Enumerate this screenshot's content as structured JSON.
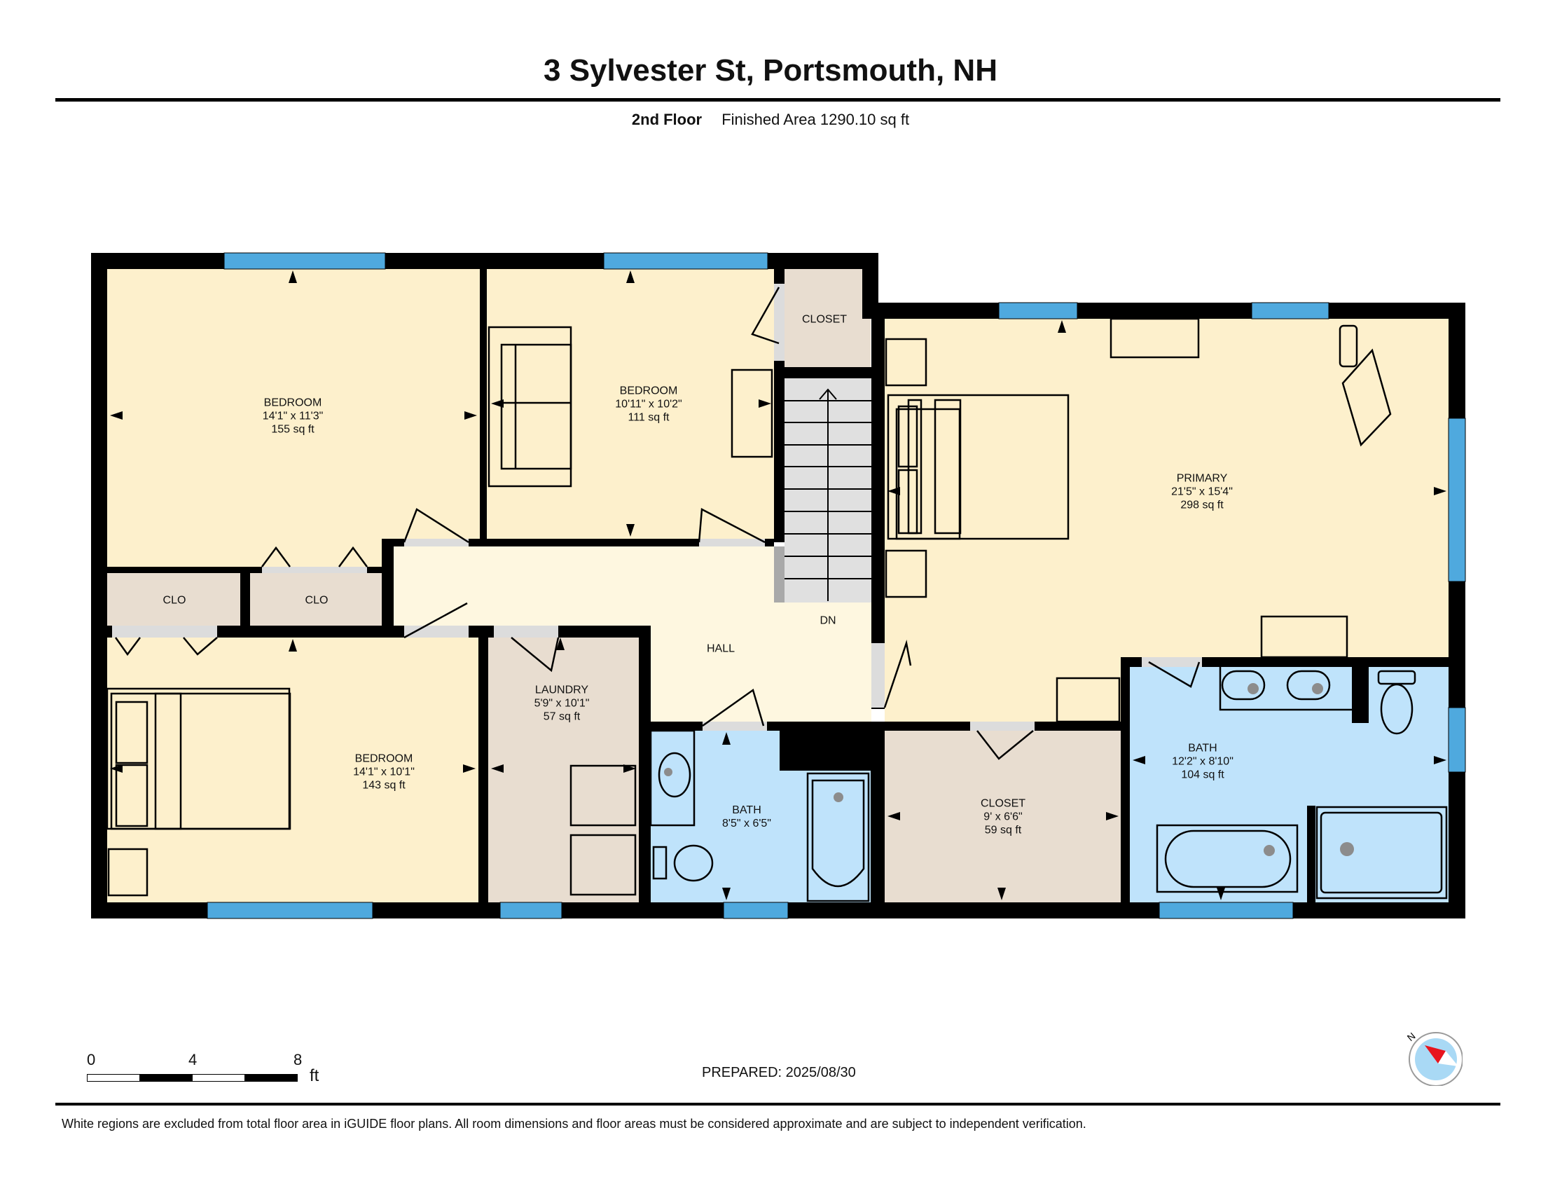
{
  "header": {
    "title": "3 Sylvester St, Portsmouth, NH",
    "floor": "2nd Floor",
    "finished_area": "Finished Area 1290.10 sq ft"
  },
  "colors": {
    "wall": "#000000",
    "bedroom_fill": "#fdf0cc",
    "hall_fill": "#fef7e0",
    "closet_fill": "#e8ddd0",
    "bath_fill": "#bfe3fb",
    "stair_fill": "#e0e0e0",
    "window": "#4fa9de",
    "door_opening": "#dcdcdc",
    "compass_red": "#e8141e",
    "compass_blue": "#a9d9f5"
  },
  "rooms": [
    {
      "id": "bedroom-nw",
      "name": "BEDROOM",
      "dims": "14'1\" x 11'3\"",
      "area": "155 sq ft"
    },
    {
      "id": "bedroom-n",
      "name": "BEDROOM",
      "dims": "10'11\" x 10'2\"",
      "area": "111 sq ft"
    },
    {
      "id": "closet-n",
      "name": "CLOSET"
    },
    {
      "id": "primary",
      "name": "PRIMARY",
      "dims": "21'5\" x 15'4\"",
      "area": "298 sq ft"
    },
    {
      "id": "clo-1",
      "name": "CLO"
    },
    {
      "id": "clo-2",
      "name": "CLO"
    },
    {
      "id": "hall",
      "name": "HALL"
    },
    {
      "id": "stairs",
      "name": "DN"
    },
    {
      "id": "bedroom-sw",
      "name": "BEDROOM",
      "dims": "14'1\" x 10'1\"",
      "area": "143 sq ft"
    },
    {
      "id": "laundry",
      "name": "LAUNDRY",
      "dims": "5'9\" x 10'1\"",
      "area": "57 sq ft"
    },
    {
      "id": "bath-hall",
      "name": "BATH",
      "dims": "8'5\" x 6'5\""
    },
    {
      "id": "closet-s",
      "name": "CLOSET",
      "dims": "9' x 6'6\"",
      "area": "59 sq ft"
    },
    {
      "id": "bath-primary",
      "name": "BATH",
      "dims": "12'2\" x 8'10\"",
      "area": "104 sq ft"
    }
  ],
  "scale_bar": {
    "ticks": [
      "0",
      "4",
      "8"
    ],
    "unit": "ft"
  },
  "compass": {
    "label": "N"
  },
  "footer": {
    "prepared": "PREPARED: 2025/08/30",
    "disclaimer": "White regions are excluded from total floor area in iGUIDE floor plans. All room dimensions and floor areas must be considered approximate and are subject to independent verification."
  }
}
